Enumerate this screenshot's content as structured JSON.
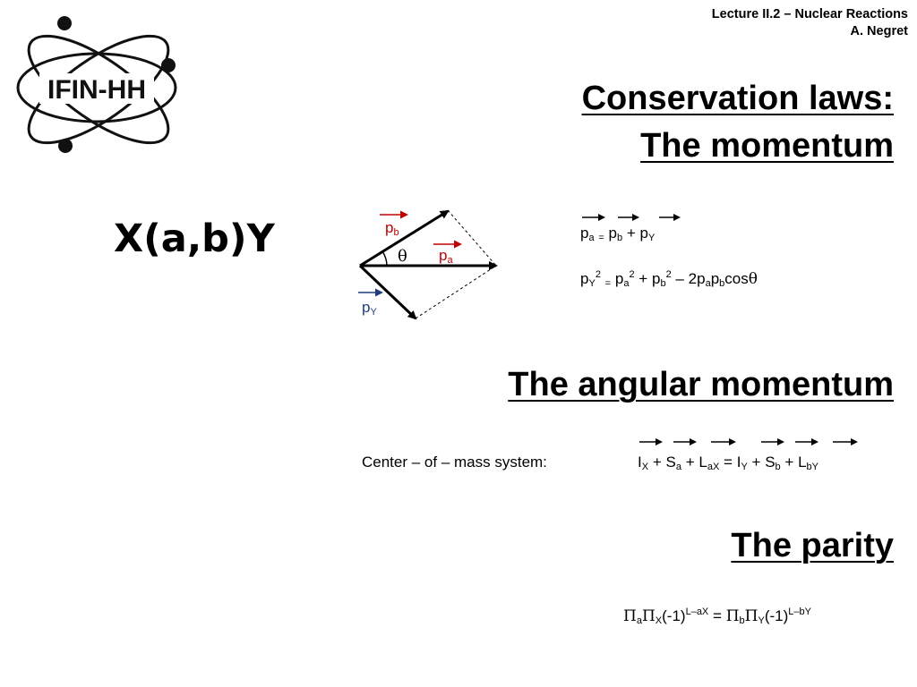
{
  "header": {
    "line1": "Lecture II.2 – Nuclear Reactions",
    "line2": "A. Negret"
  },
  "logo": {
    "text": "IFIN-HH"
  },
  "titles": {
    "conservation_line1": "Conservation laws:",
    "conservation_line2": "The momentum",
    "angular": "The angular momentum",
    "parity": "The parity"
  },
  "reaction": "X(a,b)Y",
  "diagram": {
    "pb": "p",
    "pb_sub": "b",
    "pa": "p",
    "pa_sub": "a",
    "pY": "p",
    "pY_sub": "Y",
    "theta": "θ"
  },
  "momentum": {
    "eq1": {
      "p": "p",
      "a": "a",
      "eq": "=",
      "b": "b",
      "plus": "+",
      "Y": "Y"
    },
    "eq2": {
      "p": "p",
      "Y": "Y",
      "two": "2",
      "eq": "=",
      "a": "a",
      "b": "b",
      "plus": "+",
      "minus": "–",
      "coef": "2",
      "cos": "cos",
      "theta": "θ"
    }
  },
  "angular": {
    "label": "Center – of – mass system:",
    "I": "I",
    "X": "X",
    "S": "S",
    "a": "a",
    "L": "L",
    "aX": "aX",
    "Y": "Y",
    "b": "b",
    "bY": "bY",
    "plus": "+",
    "eq": "="
  },
  "parity": {
    "Pi": "Π",
    "a": "a",
    "X": "X",
    "b": "b",
    "Y": "Y",
    "minus_one": "(-1)",
    "L_aX": "L–aX",
    "L_bY": "L–bY",
    "eq": "="
  }
}
